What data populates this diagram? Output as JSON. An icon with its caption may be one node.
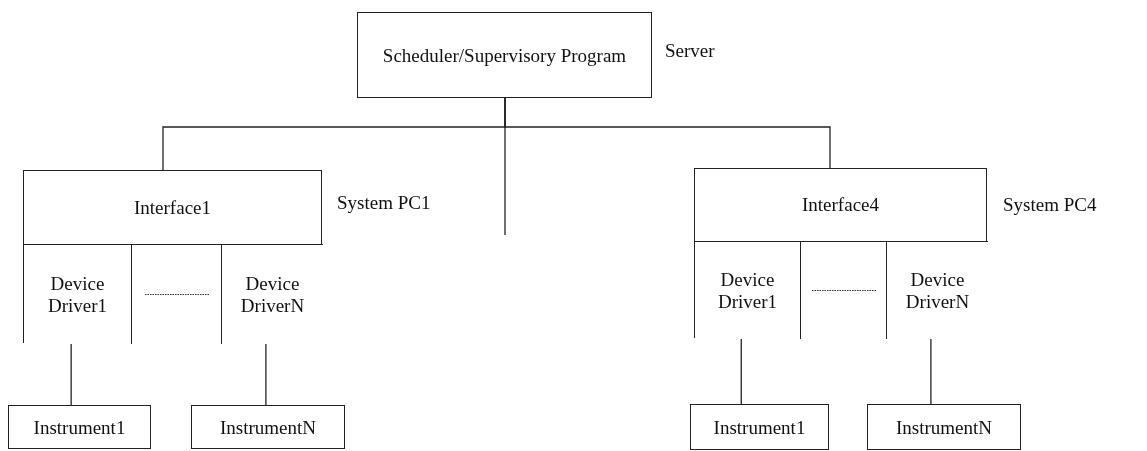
{
  "diagram": {
    "nodes": [
      {
        "text": [
          "Scheduler/Supervisory Program"
        ],
        "beside": [
          "Server"
        ]
      },
      {
        "text": [
          "Interface1"
        ],
        "beside": [
          "System PC1"
        ]
      },
      {
        "text": [
          "Device Driver1"
        ],
        "in": 1
      },
      {
        "text": [],
        "shape": "box",
        "in": 1
      },
      {
        "text": [
          "Device DriverN"
        ],
        "in": 1
      },
      {
        "text": [
          "Instrument1"
        ]
      },
      {
        "text": [
          "InstrumentN"
        ]
      },
      {
        "text": [
          "Interface4"
        ],
        "beside": [
          "System PC4"
        ]
      },
      {
        "text": [
          "Device Driver1"
        ],
        "in": 7
      },
      {
        "text": [],
        "shape": "box",
        "in": 7
      },
      {
        "text": [
          "Device DriverN"
        ],
        "in": 7
      },
      {
        "text": [
          "Instrument1"
        ]
      },
      {
        "text": [
          "InstrumentN"
        ]
      }
    ],
    "edges": [
      {
        "from": 0,
        "to": 1,
        "arrow": "none"
      },
      {
        "from": 0,
        "to": null,
        "arrow": "none"
      },
      {
        "from": 0,
        "to": 7,
        "arrow": "none"
      },
      {
        "from": 2,
        "to": 5,
        "arrow": "none"
      },
      {
        "from": 4,
        "to": 6,
        "arrow": "none"
      },
      {
        "from": 8,
        "to": 11,
        "arrow": "none"
      },
      {
        "from": 10,
        "to": 12,
        "arrow": "none"
      }
    ]
  }
}
